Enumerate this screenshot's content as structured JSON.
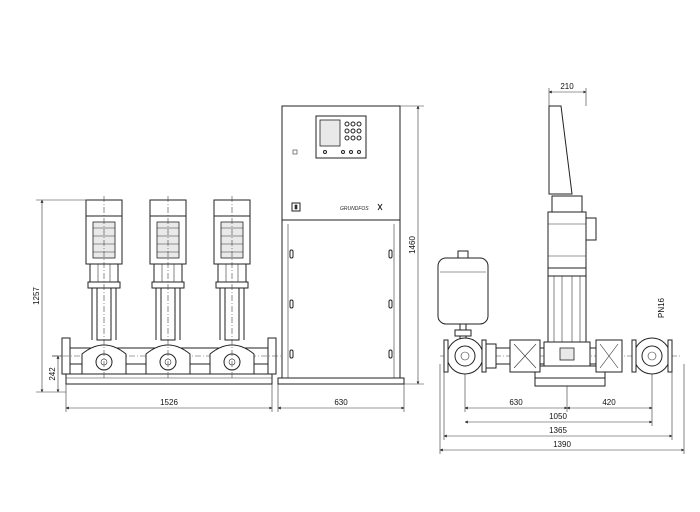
{
  "dimensions": {
    "front_width": "1526",
    "front_height": "1257",
    "inlet_height": "242",
    "cabinet_width": "630",
    "cabinet_height": "1460",
    "side_top": "210",
    "side_630": "630",
    "side_420": "420",
    "side_1050": "1050",
    "side_1365": "1365",
    "side_1390": "1390"
  },
  "labels": {
    "pressure_rating": "PN16",
    "brand": "GRUNDFOS"
  },
  "pump_count": 3
}
